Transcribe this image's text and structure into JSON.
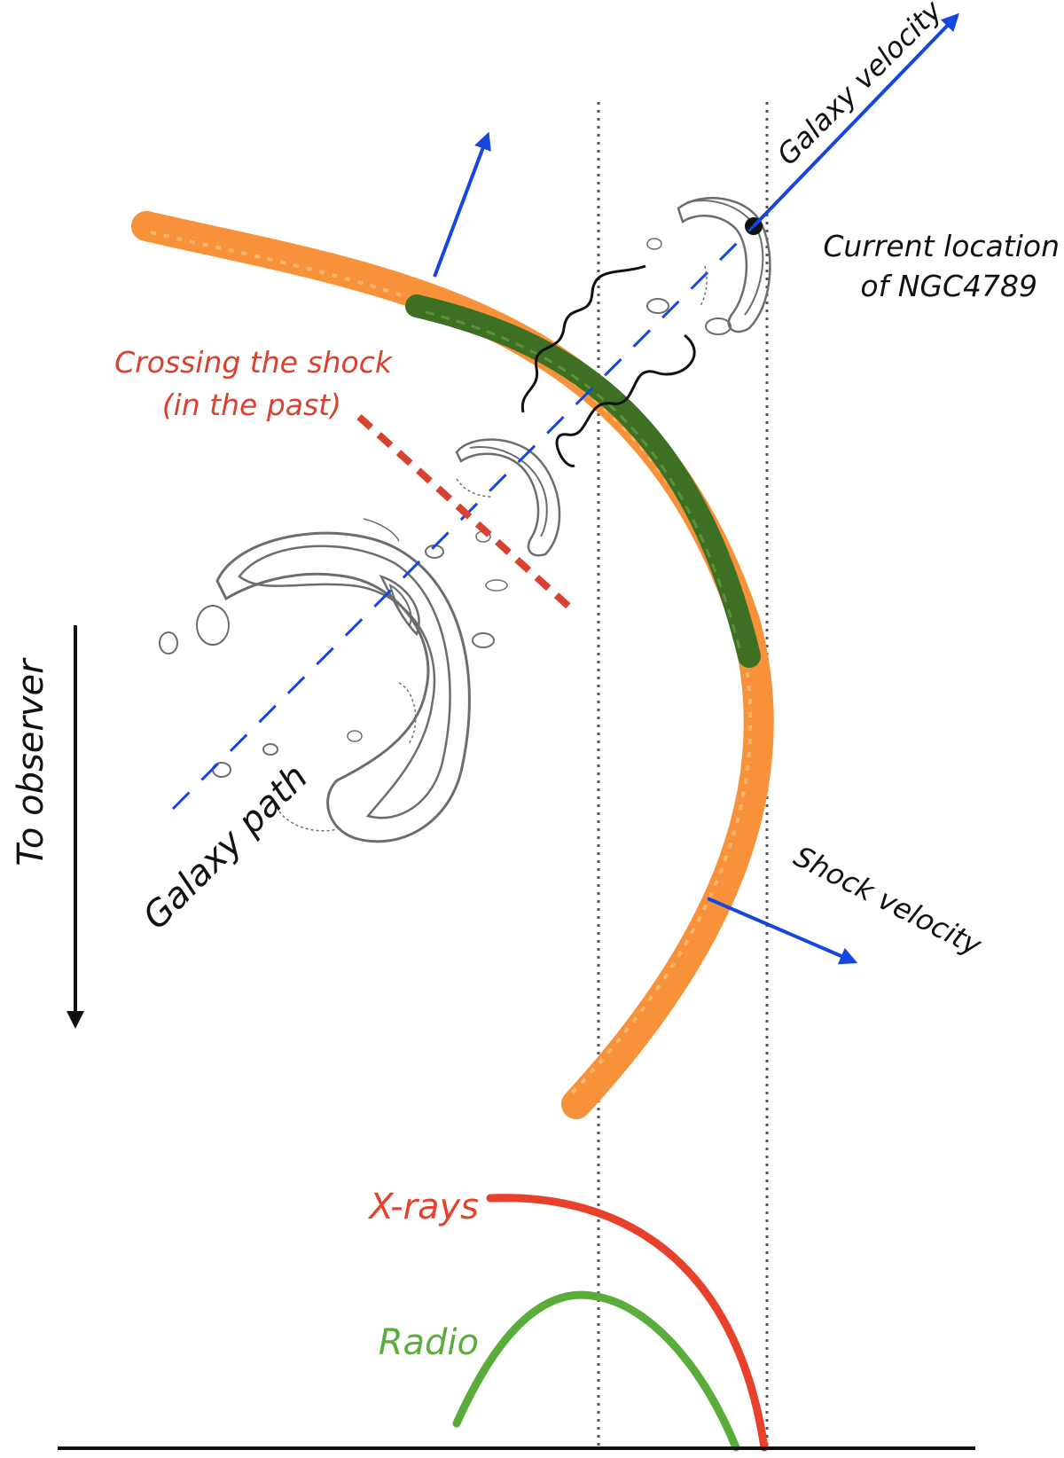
{
  "colors": {
    "shock_orange": "#f7923a",
    "radio_green": "#3d7022",
    "velocity_blue": "#1546e0",
    "crossing_red": "#d9412e",
    "xray_red": "#e8412b",
    "radio_curve_green": "#5aad3a",
    "contour_gray": "#6d6d6d",
    "text_black": "#111111"
  },
  "labels": {
    "galaxy_velocity": "Galaxy velocity",
    "current_location_line1": "Current location",
    "current_location_line2": "of NGC4789",
    "crossing_line1": "Crossing the shock",
    "crossing_line2": "(in the past)",
    "to_observer": "To observer",
    "galaxy_path": "Galaxy path",
    "shock_velocity": "Shock velocity",
    "xrays": "X-rays",
    "radio": "Radio"
  },
  "icons": {
    "observer_arrow": "arrow-down-icon",
    "velocity_arrows": "arrow-icon",
    "turbulence": "wavy-line-icon"
  }
}
